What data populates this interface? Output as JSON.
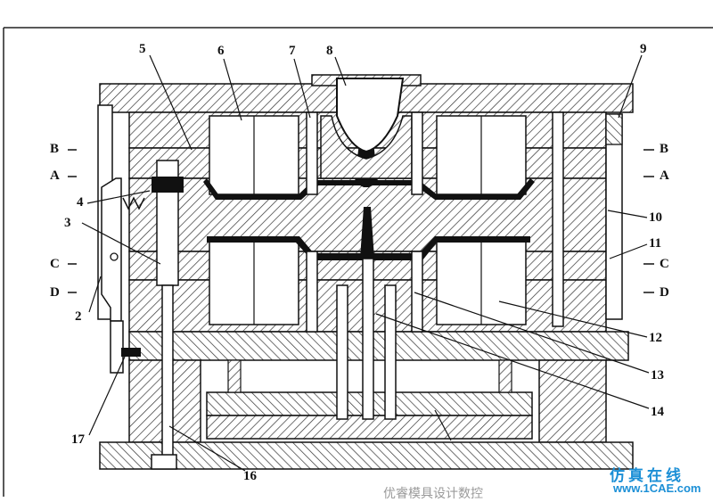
{
  "labels": {
    "n1": "5",
    "n2": "6",
    "n3": "7",
    "n4": "8",
    "n5": "9",
    "n6": "4",
    "n7": "3",
    "n8": "2",
    "n9": "10",
    "n10": "11",
    "n11": "12",
    "n12": "13",
    "n13": "14",
    "n14": "17",
    "n15": "16",
    "b_left": "B",
    "a_left": "A",
    "c_left": "C",
    "d_left": "D",
    "b_right": "B",
    "a_right": "A",
    "c_right": "C",
    "d_right": "D"
  },
  "watermark": {
    "brand": "仿真在线",
    "url": "www.1CAE.com",
    "bottom": "优睿模具设计数控"
  },
  "colors": {
    "line": "#111111",
    "hatch": "#333333",
    "accent": "#1b8fd6"
  }
}
